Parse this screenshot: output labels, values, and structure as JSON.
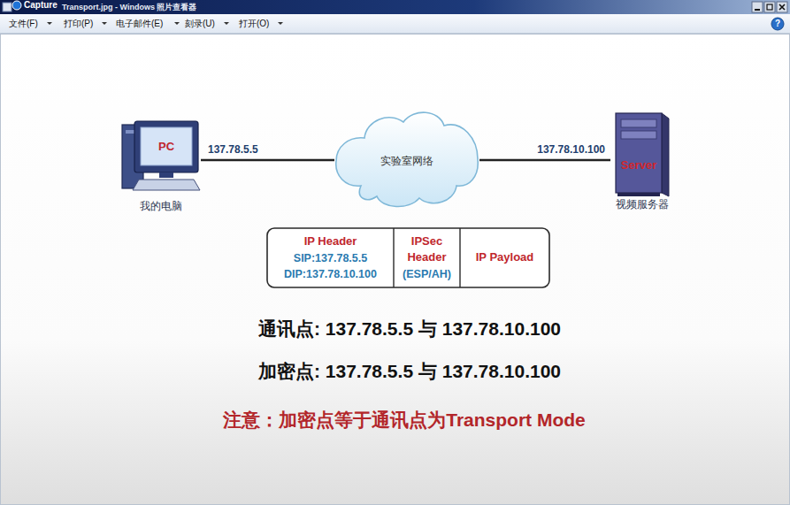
{
  "diagram": {
    "nodes": [
      {
        "text": [
          "PC",
          "我的电脑"
        ]
      },
      {
        "text": [
          "实验室网络"
        ]
      },
      {
        "text": [
          "Server",
          "视频服务器"
        ]
      },
      {
        "text": [
          "IP Header",
          "SIP:137.78.5.5",
          "DIP:137.78.10.100"
        ]
      },
      {
        "text": [
          "IPSec Header",
          "(ESP/AH)"
        ]
      },
      {
        "text": [
          "IP Payload"
        ]
      }
    ],
    "edges": [
      {
        "from": 0,
        "to": 1,
        "arrow": "none",
        "label": "137.78.5.5"
      },
      {
        "from": 1,
        "to": 2,
        "arrow": "none",
        "label": "137.78.10.100"
      }
    ],
    "labels": [
      "Capture",
      "Transport.jpg - Windows 照片查看器",
      "文件(F)",
      "打印(P)",
      "电子邮件(E)",
      "刻录(U)",
      "打开(O)",
      "?",
      "通讯点: 137.78.5.5 与 137.78.10.100",
      "加密点: 137.78.5.5 与 137.78.10.100",
      "注意：加密点等于通讯点为Transport Mode"
    ]
  }
}
